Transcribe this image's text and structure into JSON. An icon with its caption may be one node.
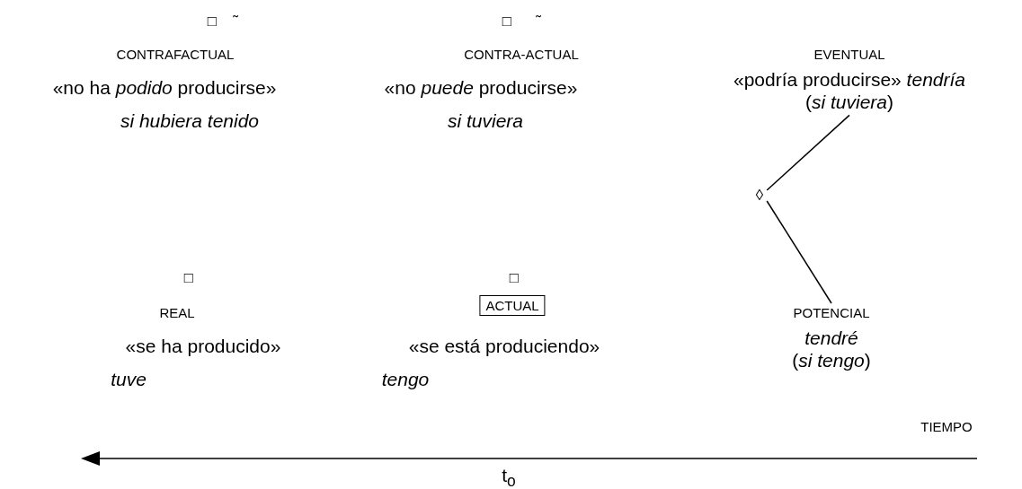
{
  "diagram": {
    "nodes": [
      {
        "text": [
          "EVENTUAL",
          "«podría producirse» *tendría*",
          "(*si tuviera*)"
        ]
      },
      {
        "text": [
          "◊"
        ]
      },
      {
        "text": [
          "ACTUAL"
        ]
      },
      {
        "text": [
          "POTENCIAL",
          "tendré",
          "(*si tengo*)"
        ]
      }
    ],
    "edges": [
      {
        "from": 1,
        "to": 0,
        "arrow": "none"
      },
      {
        "from": 1,
        "to": 3,
        "arrow": "none"
      }
    ],
    "labels": [
      "□",
      "˜",
      "□",
      "˜",
      "CONTRAFACTUAL",
      "CONTRA-ACTUAL",
      "«no ha *podido* producirse»",
      "«no *puede* producirse»",
      "si hubiera tenido",
      "si tuviera",
      "□",
      "□",
      "REAL",
      "«se ha producido»",
      "«se está produciendo»",
      "tuve",
      "tengo",
      "TIEMPO",
      "t$_{o}$"
    ]
  }
}
